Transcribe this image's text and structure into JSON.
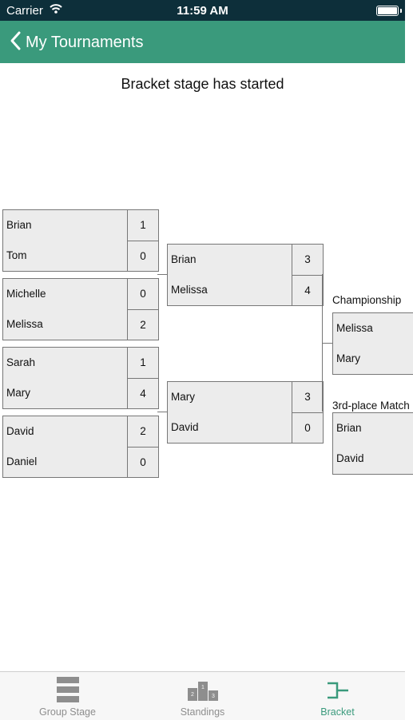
{
  "status_bar": {
    "carrier": "Carrier",
    "time": "11:59 AM"
  },
  "nav": {
    "back_label": "My Tournaments"
  },
  "page": {
    "title": "Bracket stage has started"
  },
  "bracket": {
    "round1": [
      {
        "player1": "Brian",
        "score1": "1",
        "player2": "Tom",
        "score2": "0"
      },
      {
        "player1": "Michelle",
        "score1": "0",
        "player2": "Melissa",
        "score2": "2"
      },
      {
        "player1": "Sarah",
        "score1": "1",
        "player2": "Mary",
        "score2": "4"
      },
      {
        "player1": "David",
        "score1": "2",
        "player2": "Daniel",
        "score2": "0"
      }
    ],
    "round2": [
      {
        "player1": "Brian",
        "score1": "3",
        "player2": "Melissa",
        "score2": "4"
      },
      {
        "player1": "Mary",
        "score1": "3",
        "player2": "David",
        "score2": "0"
      }
    ],
    "championship": {
      "label": "Championship",
      "player1": "Melissa",
      "player2": "Mary"
    },
    "third_place": {
      "label": "3rd-place Match",
      "player1": "Brian",
      "player2": "David"
    }
  },
  "tabs": [
    {
      "label": "Group Stage",
      "icon": "list-icon",
      "active": false
    },
    {
      "label": "Standings",
      "icon": "podium-icon",
      "active": false
    },
    {
      "label": "Bracket",
      "icon": "bracket-icon",
      "active": true
    }
  ],
  "colors": {
    "accent": "#3a9a7c",
    "status_bar": "#0d2f3a",
    "box_fill": "#ececec",
    "box_border": "#777777"
  }
}
